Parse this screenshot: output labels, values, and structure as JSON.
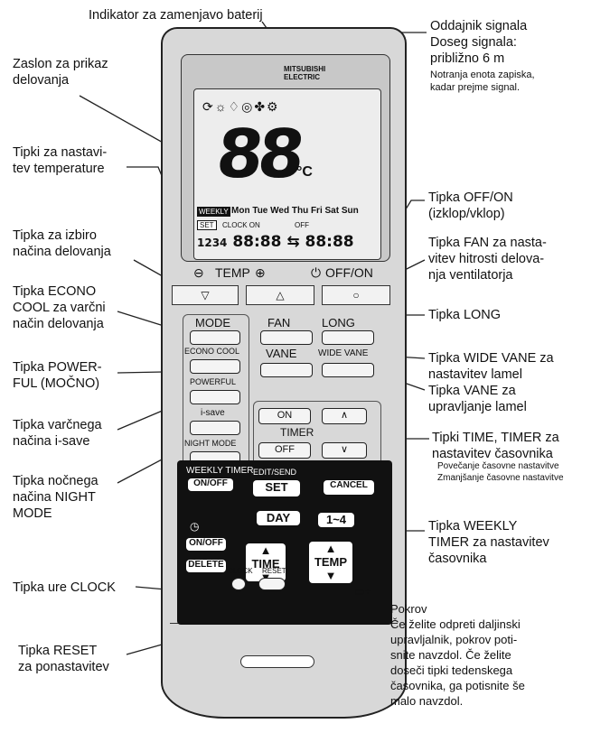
{
  "labels": {
    "battery_indicator": "Indikator za zamenjavo baterij",
    "signal_emitter": "Oddajnik signala\nDoseg signala:\npribližno 6 m",
    "signal_emitter_note": "Notranja enota zapiska,\nkadar prejme signal.",
    "display": "Zaslon za prikaz\ndelovanja",
    "temp_buttons": "Tipki za nastavi-\ntev temperature",
    "off_on": "Tipka OFF/ON\n(izklop/vklop)",
    "mode": "Tipka za izbiro\nnačina delovanja",
    "fan": "Tipka FAN za nasta-\nvitev hitrosti delova-\nnja ventilatorja",
    "econo_cool": "Tipka ECONO\nCOOL za varčni\nnačin delovanja",
    "long": "Tipka LONG",
    "powerful": "Tipka POWER-\nFUL (MOČNO)",
    "wide_vane": "Tipka WIDE VANE za\nnastavitev lamel",
    "vane": "Tipka VANE za\nupravljanje lamel",
    "isave": "Tipka varčnega\nnačina i-save",
    "timer": "Tipki TIME, TIMER za\nnastavitev časovnika",
    "timer_note": "Povečanje časovne nastavitve\nZmanjšanje časovne nastavitve",
    "night_mode": "Tipka nočnega\nnačina NIGHT\nMODE",
    "weekly_timer": "Tipka WEEKLY\nTIMER za nastavitev\nčasovnika",
    "clock": "Tipka ure CLOCK",
    "reset": "Tipka RESET\nza ponastavitev",
    "cover": "Pokrov\nČe želite odpreti daljinski\nupravljalnik, pokrov poti-\nsnite navzdol. Če želite\ndoseči tipki tedenskega\nčasovnika, ga potisnite še\nmalo navzdol."
  },
  "remote": {
    "brand": "MITSUBISHI\nELECTRIC",
    "lcd_icons": "⟳☼♢◎✤⚙",
    "temp_value": "88",
    "temp_unit": "°C",
    "weekly_tag": "WEEKLY",
    "days": "Mon Tue Wed Thu Fri Sat Sun",
    "set_tag": "SET",
    "clock_on": "CLOCK ON",
    "off_small": "OFF",
    "day_digits": "1234",
    "time_readout": "88:88 ⇆ 88:88",
    "temp_bar": "TEMP",
    "off_on_bar": "OFF/ON",
    "down_arrow": "▽",
    "up_arrow": "△",
    "circle": "○",
    "btn_mode": "MODE",
    "btn_fan": "FAN",
    "btn_long": "LONG",
    "btn_vane": "VANE",
    "btn_wide_vane": "WIDE VANE",
    "btn_econo": "ECONO COOL",
    "btn_powerful": "POWERFUL",
    "btn_isave": "i-save",
    "btn_night": "NIGHT MODE",
    "timer_on": "ON",
    "timer_label": "TIMER",
    "timer_off": "OFF",
    "weekly_timer": "WEEKLY TIMER",
    "onoff_tag": "ON/OFF",
    "edit_send": "EDIT/SEND",
    "set": "SET",
    "cancel": "CANCEL",
    "day": "DAY",
    "range": "1~4",
    "on_off": "ON/OFF",
    "delete": "DELETE",
    "time": "TIME",
    "temp": "TEMP",
    "clock": "CLOCK",
    "reset": "RESET"
  }
}
